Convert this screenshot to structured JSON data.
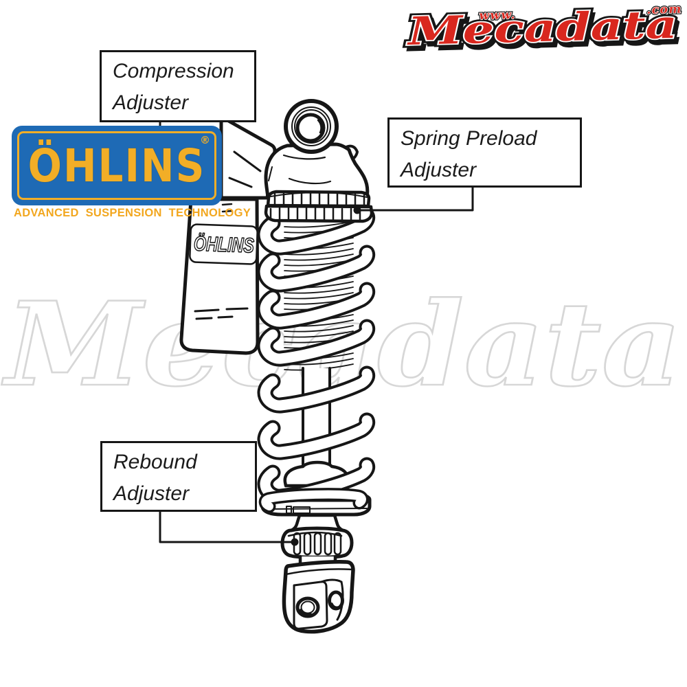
{
  "page": {
    "background": "#ffffff"
  },
  "site_logo": {
    "www": "www.",
    "name": "Mecadata",
    "tld": ".com",
    "color": "#d9271e"
  },
  "watermark": {
    "text": "Mecadata",
    "color": "#d7d7d7"
  },
  "ohlins_logo": {
    "name": "ÖHLINS",
    "registered": "®",
    "tagline": "ADVANCED  SUSPENSION  TECHNOLOGY",
    "panel_color": "#1e6ab5",
    "text_color": "#f2ae27"
  },
  "callouts": {
    "compression": {
      "line1": "Compression",
      "line2": "Adjuster"
    },
    "spring_preload": {
      "line1": "Spring Preload",
      "line2": "Adjuster"
    },
    "rebound": {
      "line1": "Rebound",
      "line2": "Adjuster"
    }
  },
  "diagram": {
    "shock_brand_label": "ÖHLINS",
    "line_color": "#161616"
  }
}
